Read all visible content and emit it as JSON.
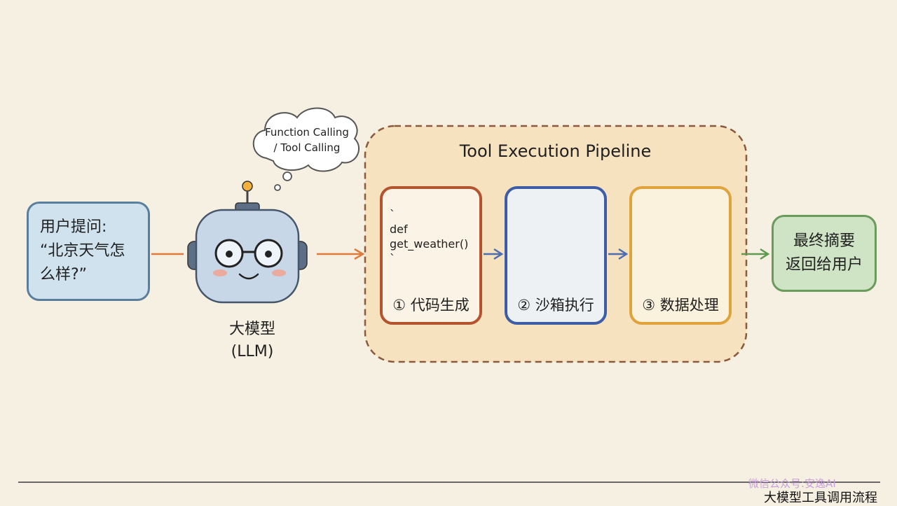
{
  "user_box": {
    "lines": [
      "用户提问:",
      "“北京天气怎",
      "么样?”"
    ]
  },
  "llm": {
    "name": "大模型",
    "sub": "(LLM)"
  },
  "thought_bubble": {
    "line1": "Function Calling",
    "line2": "/ Tool Calling"
  },
  "pipeline": {
    "title": "Tool Execution Pipeline",
    "stages": [
      {
        "label": "① 代码生成",
        "code": "`\ndef\nget_weather()\n`"
      },
      {
        "label": "② 沙箱执行"
      },
      {
        "label": "③ 数据处理"
      }
    ]
  },
  "final_box": {
    "lines": [
      "最终摘要",
      "返回给用户"
    ]
  },
  "watermark": "微信公众号:安逸AI",
  "caption": "大模型工具调用流程",
  "colors": {
    "user_box": "#cfe2ee",
    "stage1_border": "#b3542e",
    "stage2_border": "#3d5ea6",
    "stage3_border": "#e0a23a",
    "final_box": "#cfe3c5",
    "pipeline_fill": "#f7e2c0"
  }
}
